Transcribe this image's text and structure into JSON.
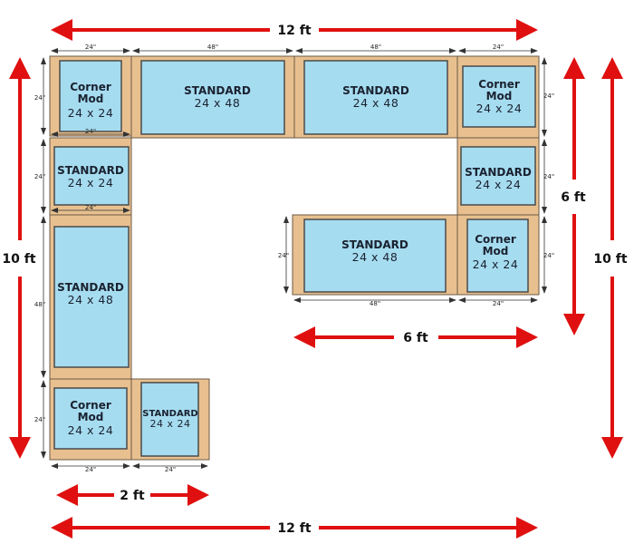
{
  "modules": [
    {
      "title": "Corner",
      "title2": "Mod",
      "size": "24 x 24"
    },
    {
      "title": "STANDARD",
      "size": "24 x 48"
    },
    {
      "title": "STANDARD",
      "size": "24 x 48"
    },
    {
      "title": "Corner",
      "title2": "Mod",
      "size": "24 x 24"
    },
    {
      "title": "STANDARD",
      "size": "24 x 24"
    },
    {
      "title": "Corner",
      "title2": "Mod",
      "size": "24 x 24"
    },
    {
      "title": "STANDARD",
      "size": "24 x 48"
    },
    {
      "title": "STANDARD",
      "size": "24 x 24"
    },
    {
      "title": "STANDARD",
      "size": "24 x 48"
    },
    {
      "title": "Corner",
      "title2": "Mod",
      "size": "24 x 24"
    },
    {
      "title": "STANDARD",
      "size": "24 x 24"
    }
  ],
  "overall": {
    "top": "12 ft",
    "bottom": "12 ft",
    "left": "10 ft",
    "right": "10 ft",
    "inner_vertical": "6 ft",
    "inner_horizontal": "6 ft",
    "small": "2 ft"
  },
  "dims": {
    "d24": "24\"",
    "d48": "48\""
  },
  "colors": {
    "arrow": "#e01010",
    "frame": "#e8c08f",
    "cushion": "#a6dcf0"
  }
}
